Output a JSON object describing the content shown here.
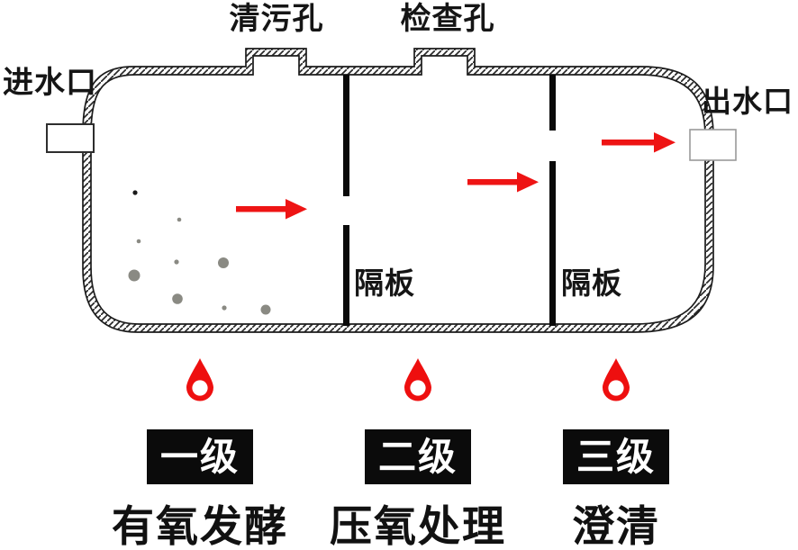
{
  "diagram_title": "septic-tank-cross-section",
  "tank": {
    "inlet_label": "进水口",
    "outlet_label": "出水口",
    "openings": [
      {
        "label": "清污孔"
      },
      {
        "label": "检查孔"
      }
    ],
    "baffle_labels": [
      "隔板",
      "隔板"
    ]
  },
  "stages": [
    {
      "badge": "一级",
      "process": "有氧发酵"
    },
    {
      "badge": "二级",
      "process": "压氧处理"
    },
    {
      "badge": "三级",
      "process": "澄清"
    }
  ],
  "icons": {
    "droplet": "droplet-icon",
    "flow_arrow": "right-arrow-icon"
  },
  "colors": {
    "arrow_red": "#ee1414",
    "droplet_red": "#ee0f0f",
    "particle_gray": "#8a8a83",
    "particle_dark": "#1a1a1a",
    "badge_bg": "#0b0b0b",
    "badge_text": "#ffffff",
    "outline_black": "#1c1c1c"
  }
}
